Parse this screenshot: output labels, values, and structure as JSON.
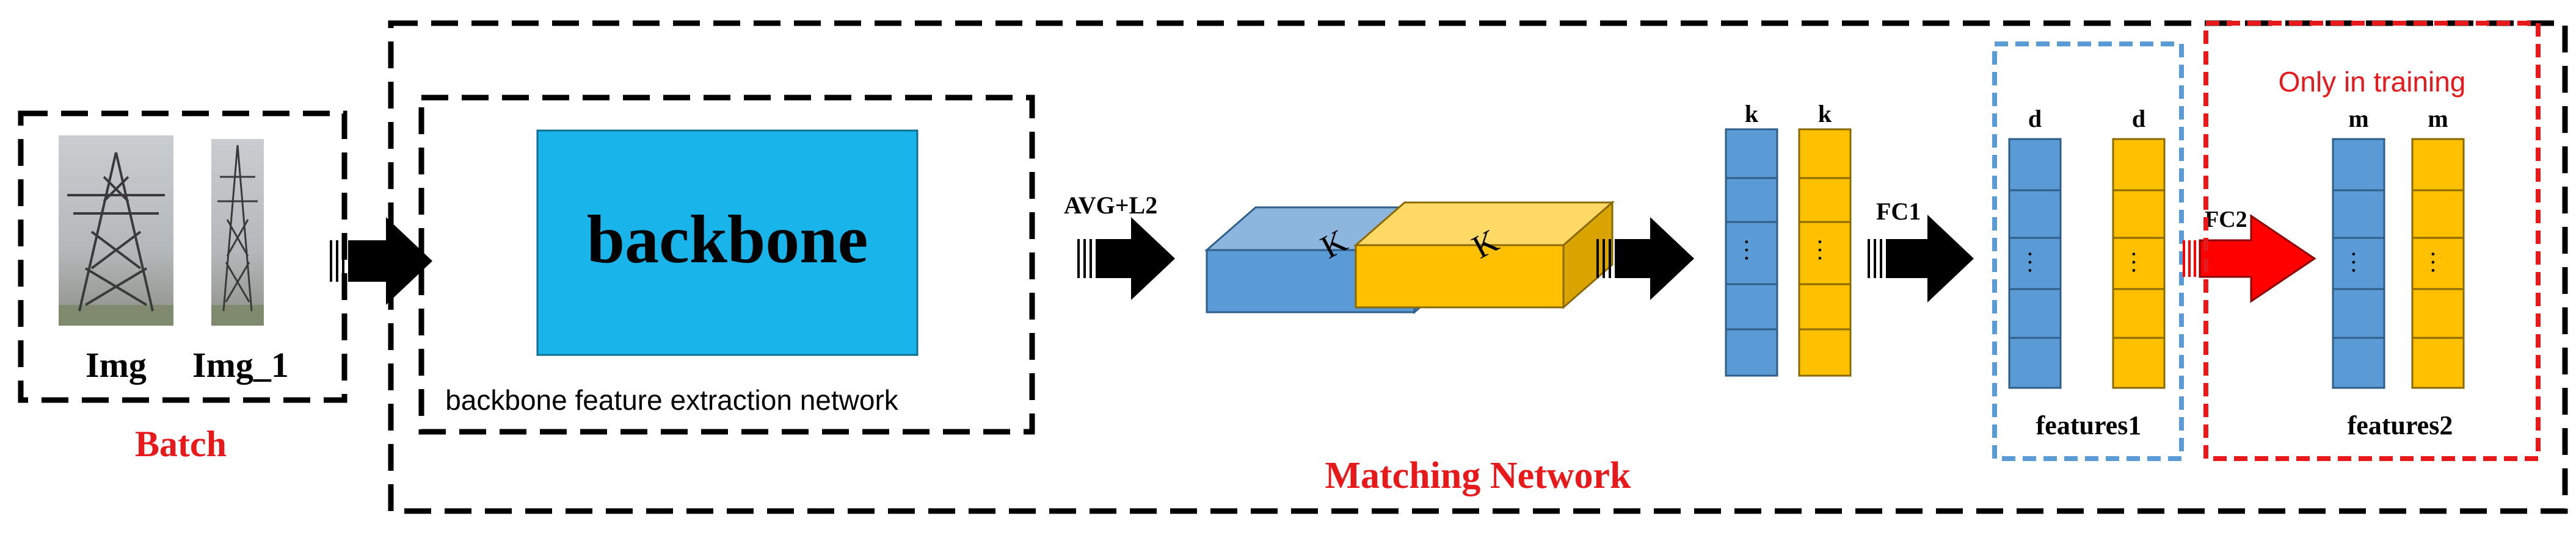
{
  "batch": {
    "label": "Batch",
    "images": [
      {
        "caption": "Img",
        "icon": "transmission-tower-photo"
      },
      {
        "caption": "Img_1",
        "icon": "transmission-tower-photo"
      }
    ]
  },
  "matching_network": {
    "label": "Matching Network",
    "backbone": {
      "block_label": "backbone",
      "caption": "backbone feature extraction network",
      "color": "#18B4EA"
    },
    "pooling": {
      "arrow_label": "AVG+L2"
    },
    "tensors": [
      {
        "label": "K",
        "color": "#5B9BD5"
      },
      {
        "label": "K",
        "color": "#FFC000"
      }
    ],
    "vectors_k": {
      "labels": [
        "k",
        "k"
      ]
    },
    "fc1": {
      "arrow_label": "FC1"
    },
    "features1": {
      "label": "features1",
      "dims": [
        "d",
        "d"
      ],
      "box_color": "#5B9BD5"
    },
    "fc2": {
      "arrow_label": "FC2",
      "color": "#FF0000"
    },
    "features2": {
      "label": "features2",
      "dims": [
        "m",
        "m"
      ],
      "box_label": "Only in training",
      "box_color": "#E8191B"
    },
    "dots": "…"
  },
  "colors": {
    "blue": "#5B9BD5",
    "yellow": "#FFC000",
    "red": "#E8191B",
    "black": "#000000"
  }
}
